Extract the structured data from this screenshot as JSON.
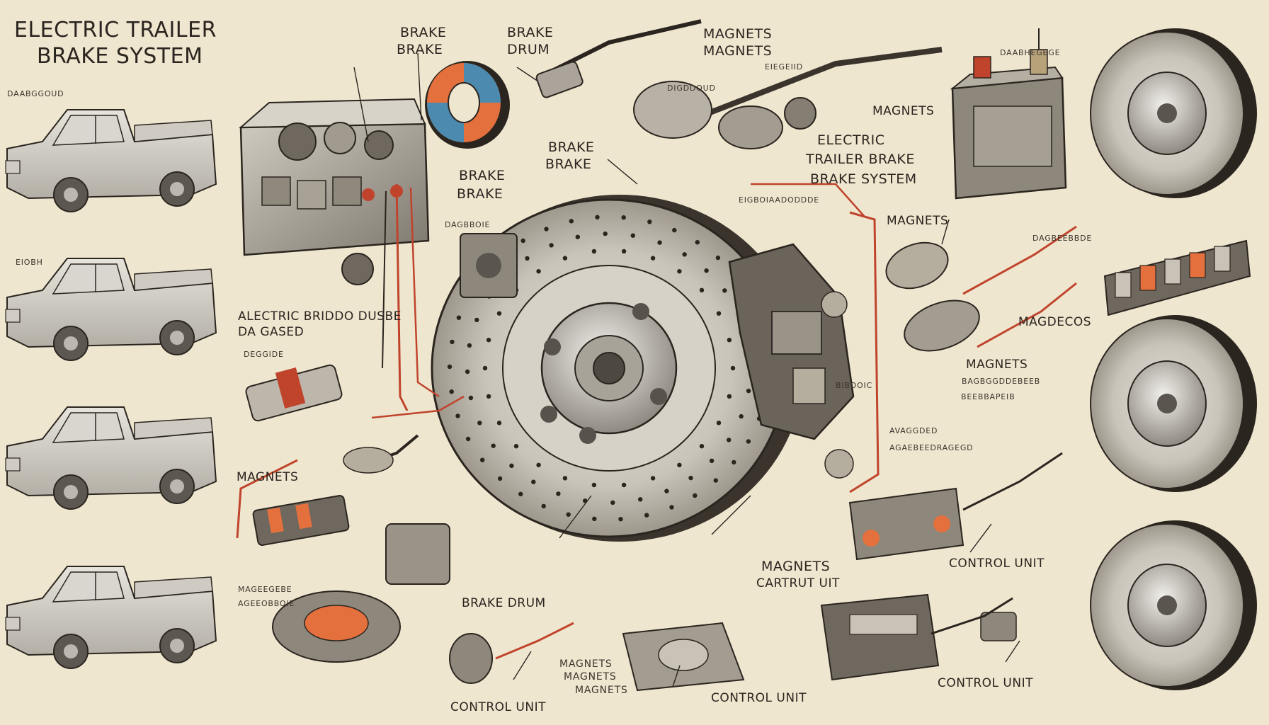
{
  "title_lines": [
    "ELECTRIC TRAILER",
    "BRAKE SYSTEM"
  ],
  "labels": {
    "brake_brake_1": [
      "BRAKE",
      "BRAKE"
    ],
    "brake_drum_top": [
      "BRAKE",
      "DRUM"
    ],
    "magnets_top": [
      "MAGNETS",
      "MAGNETS"
    ],
    "brake_brake_2": [
      "BRAKE",
      "BRAKE"
    ],
    "brake_brake_3": [
      "BRAKE",
      "BRAKE"
    ],
    "magnets_right_1": "MAGNETS",
    "electric_trailer_right": [
      "ELECTRIC",
      "TRAILER BRAKE",
      "BRAKE SYSTEM"
    ],
    "magnets_right_2": "MAGNETS",
    "magnets_right_3": "MAGNETS",
    "magnets_left": "MAGNETS",
    "brake_drum_bottom": "BRAKE DRUM",
    "magnets_cartrut": [
      "MAGNETS",
      "CARTRUT UIT"
    ],
    "control_unit_right": "CONTROL UNIT",
    "control_unit_right_bottom": "CONTROL UNIT",
    "control_unit_bottom_center": "CONTROL UNIT",
    "control_unit_bottom_left": "CONTROL UNIT",
    "magnets_stack": [
      "MAGNETS",
      "MAGNETS",
      "MAGNETS"
    ],
    "magedecos": "MAGDECOS",
    "alectric": [
      "ALECTRIC BRIDDO DUSBE",
      "DA GASED"
    ]
  },
  "scribbles": {
    "s1": "DAABGGOUD",
    "s2": "EIOBH",
    "s3": "DAGBBOIE",
    "s4": "DAABHEGEGE",
    "s5": "EIGBOIAADODDDE",
    "s6": "DIGDDOUD",
    "s7": "EIEGEIID",
    "s8": "DEGGIDE",
    "s9": "BAGBGGDDEBEEB",
    "s10": "AVAGGDED",
    "s11": "AGAEBEEDRAGEGD",
    "s12": "BEEBBAPEIB",
    "s13": "DAGBEEBBDE",
    "s14": "BIBDOIC",
    "s15": "MAGEEGEBE",
    "s16": "AGEEOBBOIE"
  },
  "colors": {
    "paper": "#efe6cf",
    "ink": "#2b2520",
    "metal": "#9a9690",
    "wire_red": "#c0442c"
  }
}
